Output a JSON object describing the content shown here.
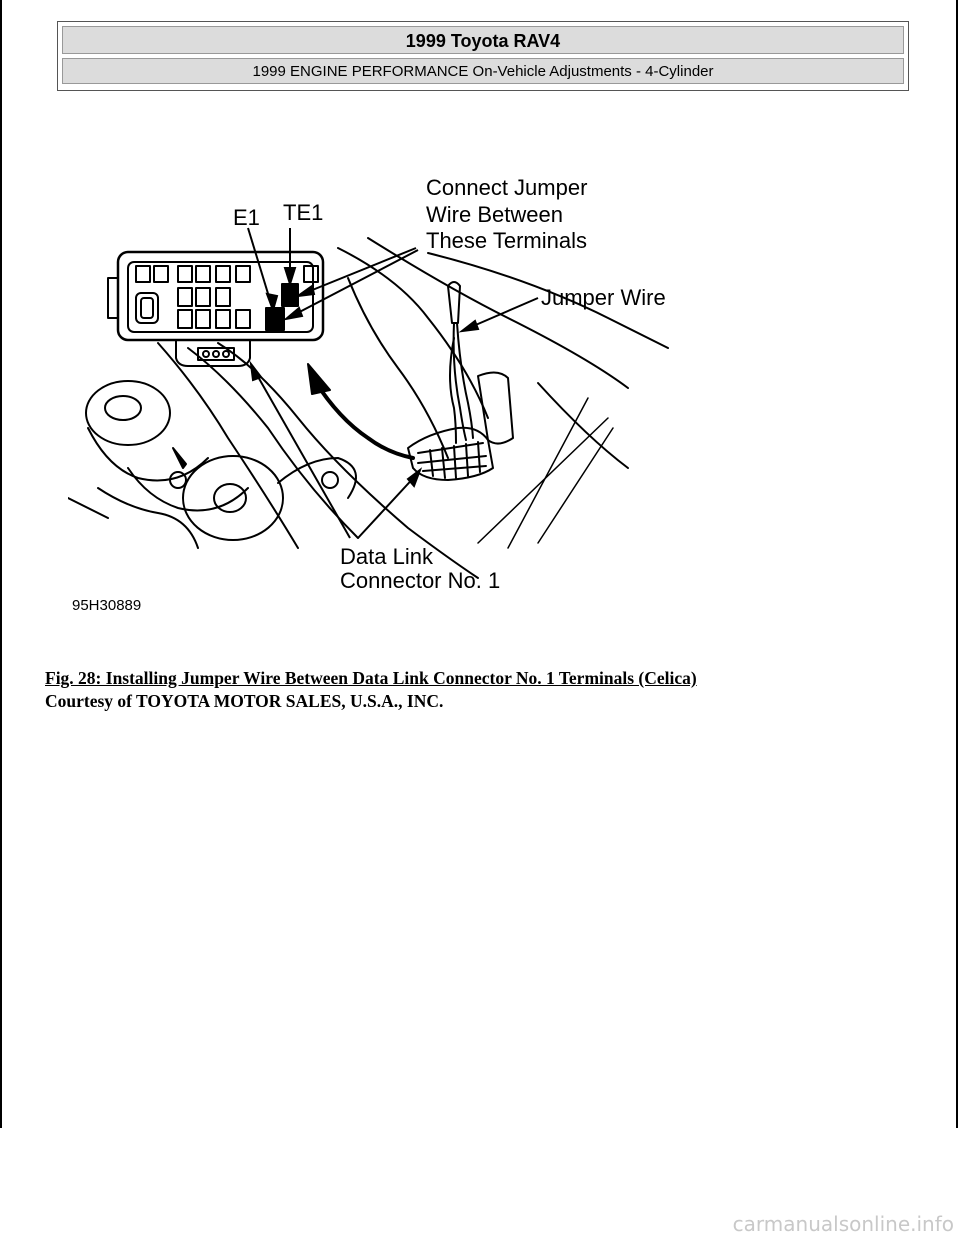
{
  "header": {
    "title": "1999 Toyota RAV4",
    "subtitle": "1999 ENGINE PERFORMANCE On-Vehicle Adjustments - 4-Cylinder"
  },
  "figure": {
    "labels": {
      "e1": "E1",
      "te1": "TE1",
      "connect_line1": "Connect Jumper",
      "connect_line2": "Wire Between",
      "connect_line3": "These Terminals",
      "jumper_wire": "Jumper Wire",
      "dlc_line1": "Data Link",
      "dlc_line2": "Connector No. 1",
      "figure_id": "95H30889"
    }
  },
  "caption": "Fig. 28: Installing Jumper Wire Between Data Link Connector No. 1 Terminals (Celica)",
  "credit": "Courtesy of TOYOTA MOTOR SALES, U.S.A., INC.",
  "watermark": "carmanualsonline.info"
}
